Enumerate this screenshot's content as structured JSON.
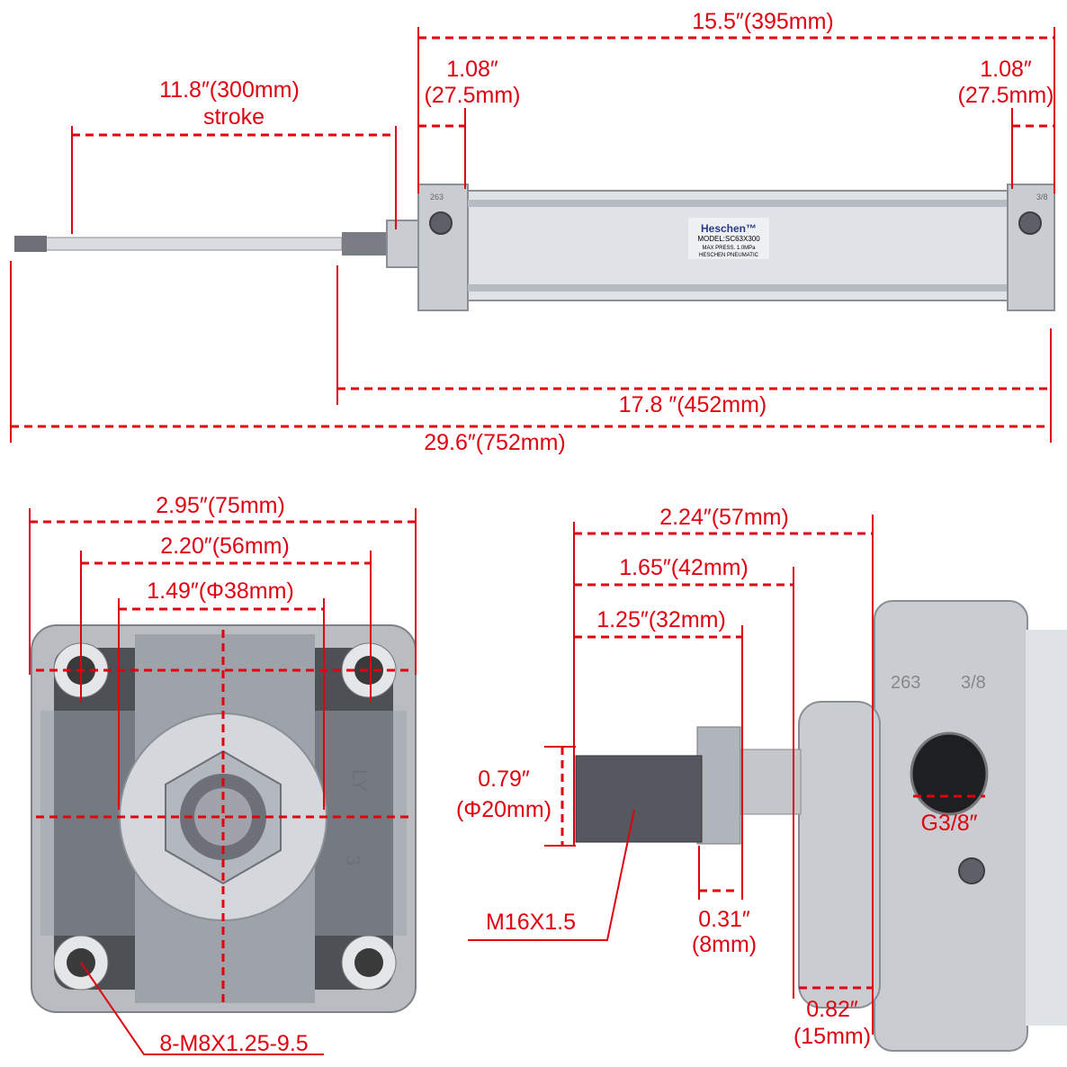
{
  "colors": {
    "dimension": "#e00010",
    "metal": "#c9cdd2"
  },
  "top_view": {
    "overall_body": "15.5″(395mm)",
    "cap_left": [
      "1.08″",
      "(27.5mm)"
    ],
    "cap_right": [
      "1.08″",
      "(27.5mm)"
    ],
    "stroke": [
      "11.8″(300mm)",
      "stroke"
    ],
    "closed_length": "17.8 ″(452mm)",
    "extended_length": "29.6″(752mm)",
    "label": {
      "brand": "Heschen™",
      "model": "MODEL:SC63X300",
      "pressure": "MAX PRESS. 1.0MPa",
      "maker": "HESCHEN PNEUMATIC"
    },
    "cap_marks": [
      "263",
      "3/8"
    ]
  },
  "end_view": {
    "width": "2.95″(75mm)",
    "bolt_spacing": "2.20″(56mm)",
    "boss": "1.49″(Φ38mm)",
    "bolts": "8-M8X1.25-9.5",
    "marks": [
      "LY",
      "3"
    ]
  },
  "side_view": {
    "d1": "2.24″(57mm)",
    "d2": "1.65″(42mm)",
    "d3": "1.25″(32mm)",
    "rod_dia": [
      "0.79″",
      "(Φ20mm)"
    ],
    "thread": "M16X1.5",
    "nut": [
      "0.31″",
      "(8mm)"
    ],
    "boss": [
      "0.82″",
      "(15mm)"
    ],
    "port": "G3/8″",
    "cap_marks": [
      "263",
      "3/8"
    ]
  }
}
